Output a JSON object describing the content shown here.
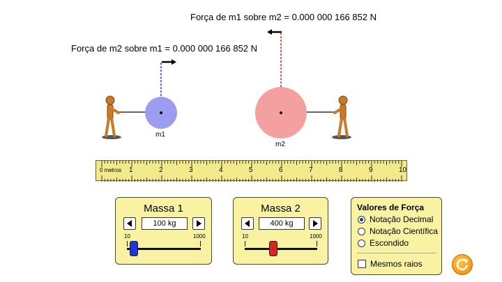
{
  "forces": {
    "m1_on_m2": "Força de m1 sobre m2 = 0.000 000 166 852 N",
    "m2_on_m1": "Força de m2 sobre m1 = 0.000 000 166 852 N"
  },
  "masses": {
    "m1_label": "m1",
    "m2_label": "m2",
    "m1_color": "#9c9cf0",
    "m2_color": "#f5a0a0"
  },
  "ruler": {
    "unit_label": "0 metros",
    "numbers": [
      "1",
      "2",
      "3",
      "4",
      "5",
      "6",
      "7",
      "8",
      "9",
      "10"
    ]
  },
  "mass1_panel": {
    "title": "Massa 1",
    "value": "100 kg",
    "min_label": "10",
    "max_label": "1000",
    "knob_color": "#2233dd",
    "slider_fraction": 0.09
  },
  "mass2_panel": {
    "title": "Massa 2",
    "value": "400 kg",
    "min_label": "10",
    "max_label": "1000",
    "knob_color": "#dd2222",
    "slider_fraction": 0.39
  },
  "force_values_panel": {
    "title": "Valores de Força",
    "options": [
      "Notação Decimal",
      "Notação Científica",
      "Escondido"
    ],
    "selected_index": 0,
    "same_radius_label": "Mesmos raios",
    "same_radius_checked": false
  },
  "icons": {
    "reset": "reset-icon"
  }
}
